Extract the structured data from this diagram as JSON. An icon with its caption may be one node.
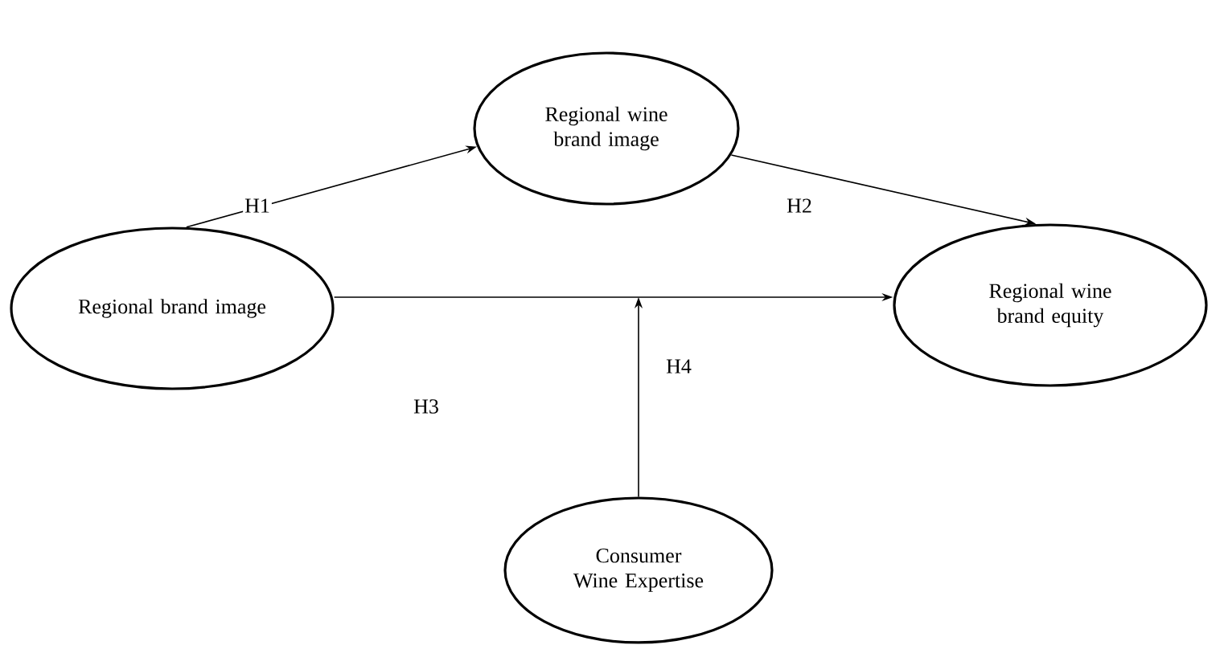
{
  "diagram": {
    "nodes": [
      {
        "text": [
          "Regional wine brand image"
        ]
      },
      {
        "text": [
          "Regional brand image"
        ]
      },
      {
        "text": [
          "Regional wine brand equity"
        ]
      },
      {
        "text": [
          "Consumer Wine Expertise"
        ]
      }
    ],
    "edges": [
      {
        "from": 1,
        "to": 0,
        "arrow": "to",
        "label": "H1"
      },
      {
        "from": 0,
        "to": 2,
        "arrow": "to",
        "label": "H2"
      },
      {
        "from": 1,
        "to": 2,
        "arrow": "to",
        "label": "H3"
      },
      {
        "from": 3,
        "to": null,
        "arrow": "to",
        "label": "H4"
      }
    ]
  }
}
